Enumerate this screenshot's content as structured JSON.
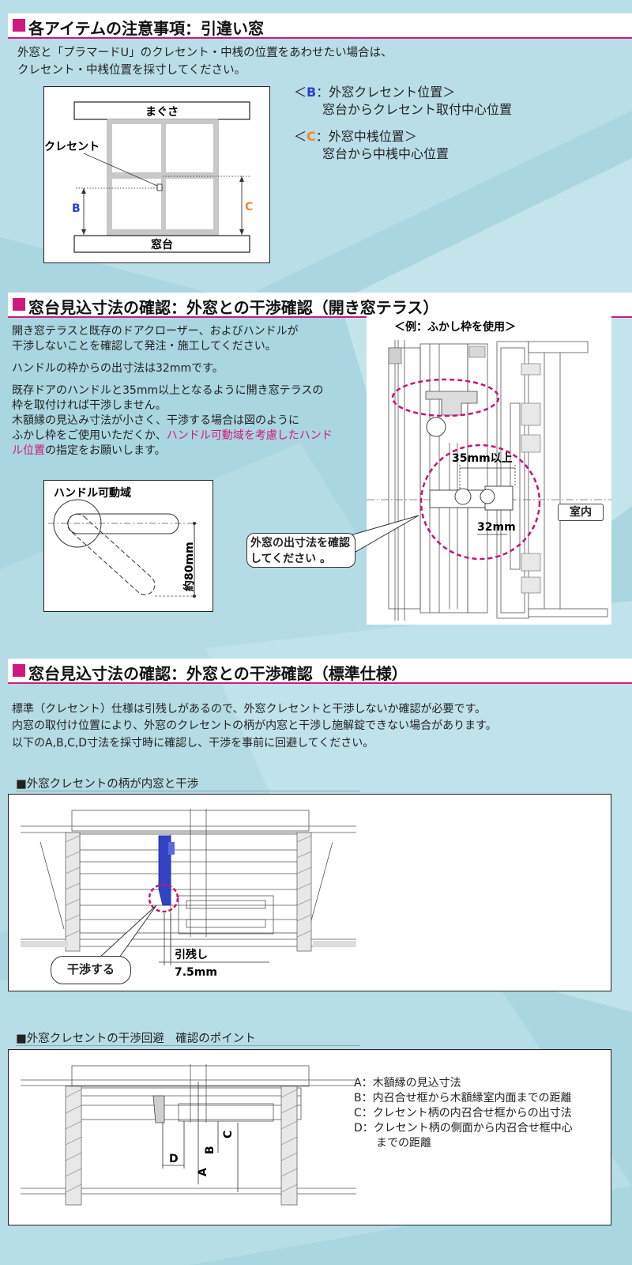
{
  "section1": {
    "title": "各アイテムの注意事項：引違い窓",
    "intro_line1": "外窓と「プラマードU」のクレセント・中桟の位置をあわせたい場合は、",
    "intro_line2": "クレセント・中桟位置を採寸してください。",
    "diagram": {
      "top_label": "まぐさ",
      "bottom_label": "窓台",
      "crescent_label": "クレセント",
      "b_label": "B",
      "c_label": "C"
    },
    "note_b_head": "＜",
    "note_b_letter": "B",
    "note_b_title": "：外窓クレセント位置＞",
    "note_b_desc": "窓台からクレセント取付中心位置",
    "note_c_head": "＜",
    "note_c_letter": "C",
    "note_c_title": "：外窓中桟位置＞",
    "note_c_desc": "窓台から中桟中心位置"
  },
  "section2": {
    "title": "窓台見込寸法の確認：外窓との干渉確認（開き窓テラス）",
    "p1_line1": "開き窓テラスと既存のドアクローザー、およびハンドルが",
    "p1_line2": "干渉しないことを確認して発注・施工してください。",
    "p2": "ハンドルの枠からの出寸法は32mmです。",
    "p3_line1": "既存ドアのハンドルと35mm以上となるように開き窓テラスの",
    "p3_line2": "枠を取付ければ干渉しません。",
    "p4_line1": "木額縁の見込み寸法が小さく、干渉する場合は図のように",
    "p4_line2_a": "ふかし枠をご使用いただくか、",
    "p4_line2_b": "ハンドル可動域を考慮したハンド",
    "p4_line3_a": "ル位置",
    "p4_line3_b": "の指定をお願いします。",
    "handle_box_title": "ハンドル可動域",
    "handle_dim": "約80mm",
    "example_title": "＜例：ふかし枠を使用＞",
    "dim_35": "35mm以上",
    "dim_32": "32mm",
    "room_label": "室内",
    "callout_line1": "外窓の出寸法を確認",
    "callout_line2": "してください 。"
  },
  "section3": {
    "title": "窓台見込寸法の確認：外窓との干渉確認（標準仕様）",
    "p_line1": "標準（クレセント）仕様は引残しがあるので、外窓クレセントと干渉しないか確認が必要です。",
    "p_line2": "内窓の取付け位置により、外窓のクレセントの柄が内窓と干渉し施解錠できない場合があります。",
    "p_line3": "以下のA,B,C,D寸法を採寸時に確認し、干渉を事前に回避してください。",
    "sub1_title": "■外窓クレセントの柄が内窓と干渉",
    "interfere_label": "干渉する",
    "hikinokoshi": "引残し",
    "hikinokoshi_dim": "7.5mm",
    "sub2_title": "■外窓クレセントの干渉回避　確認のポイント",
    "dim_a": "A",
    "dim_b": "B",
    "dim_c": "C",
    "dim_d": "D",
    "legend": [
      "A：木額縁の見込寸法",
      "B：内召合せ框から木額縁室内面までの距離",
      "C：クレセント柄の内召合せ框からの出寸法",
      "D：クレセント柄の側面から内召合せ框中心",
      "　　までの距離"
    ]
  },
  "colors": {
    "accent": "#d0197e",
    "blue_letter": "#2a3fd6",
    "orange_letter": "#ef8a2a",
    "background": "#a9d6e0"
  }
}
